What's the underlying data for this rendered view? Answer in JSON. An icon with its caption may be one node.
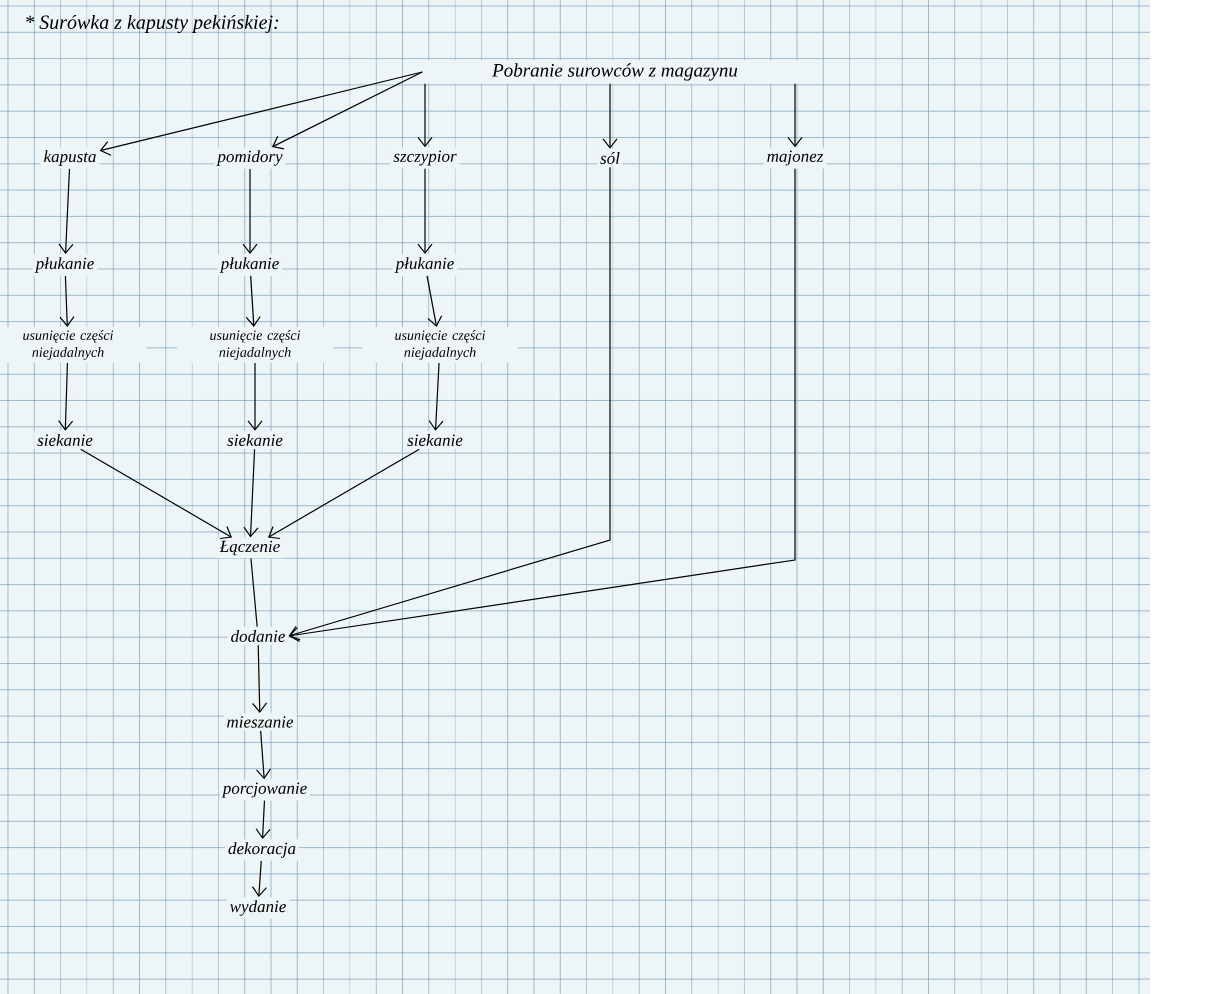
{
  "diagram": {
    "title": "* Surówka z kapusty pekińskiej:",
    "nodes": [
      {
        "text": [
          "Pobranie surowców z magazynu"
        ]
      },
      {
        "text": [
          "kapusta"
        ]
      },
      {
        "text": [
          "pomidory"
        ]
      },
      {
        "text": [
          "szczypior"
        ]
      },
      {
        "text": [
          "sól"
        ]
      },
      {
        "text": [
          "majonez"
        ]
      },
      {
        "text": [
          "płukanie"
        ]
      },
      {
        "text": [
          "płukanie"
        ]
      },
      {
        "text": [
          "płukanie"
        ]
      },
      {
        "text": [
          "usunięcie części niejadalnych"
        ]
      },
      {
        "text": [
          "usunięcie części niejadalnych"
        ]
      },
      {
        "text": [
          "usunięcie części niejadalnych"
        ]
      },
      {
        "text": [
          "siekanie"
        ]
      },
      {
        "text": [
          "siekanie"
        ]
      },
      {
        "text": [
          "siekanie"
        ]
      },
      {
        "text": [
          "Łączenie"
        ]
      },
      {
        "text": [
          "dodanie"
        ]
      },
      {
        "text": [
          "mieszanie"
        ]
      },
      {
        "text": [
          "porcjowanie"
        ]
      },
      {
        "text": [
          "dekoracja"
        ]
      },
      {
        "text": [
          "wydanie"
        ]
      }
    ],
    "edges": [
      {
        "from": 0,
        "to": 1,
        "arrow": "to"
      },
      {
        "from": 0,
        "to": 2,
        "arrow": "to"
      },
      {
        "from": 0,
        "to": 3,
        "arrow": "to"
      },
      {
        "from": 0,
        "to": 4,
        "arrow": "to"
      },
      {
        "from": 0,
        "to": 5,
        "arrow": "to"
      },
      {
        "from": 1,
        "to": 6,
        "arrow": "to"
      },
      {
        "from": 2,
        "to": 7,
        "arrow": "to"
      },
      {
        "from": 3,
        "to": 8,
        "arrow": "to"
      },
      {
        "from": 6,
        "to": 9,
        "arrow": "to"
      },
      {
        "from": 7,
        "to": 10,
        "arrow": "to"
      },
      {
        "from": 8,
        "to": 11,
        "arrow": "to"
      },
      {
        "from": 9,
        "to": 12,
        "arrow": "to"
      },
      {
        "from": 10,
        "to": 13,
        "arrow": "to"
      },
      {
        "from": 11,
        "to": 14,
        "arrow": "to"
      },
      {
        "from": 12,
        "to": 15,
        "arrow": "to"
      },
      {
        "from": 13,
        "to": 15,
        "arrow": "to"
      },
      {
        "from": 14,
        "to": 15,
        "arrow": "to"
      },
      {
        "from": 4,
        "to": 16,
        "arrow": "to"
      },
      {
        "from": 5,
        "to": 16,
        "arrow": "to"
      },
      {
        "from": 15,
        "to": 16,
        "arrow": "none"
      },
      {
        "from": 16,
        "to": 17,
        "arrow": "to"
      },
      {
        "from": 17,
        "to": 18,
        "arrow": "to"
      },
      {
        "from": 18,
        "to": 19,
        "arrow": "to"
      },
      {
        "from": 19,
        "to": 20,
        "arrow": "to"
      }
    ]
  }
}
